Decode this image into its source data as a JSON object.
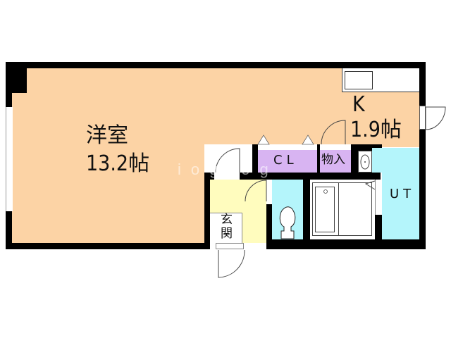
{
  "floorplan": {
    "rooms": {
      "western_room": {
        "name": "洋室",
        "size": "13.2帖"
      },
      "kitchen": {
        "name": "K",
        "size": "1.9帖"
      },
      "closet": {
        "name": "CL"
      },
      "storage": {
        "name": "物入"
      },
      "utility": {
        "name": "UT"
      },
      "entrance": {
        "name_line1": "玄",
        "name_line2": "関"
      }
    },
    "watermark": "iogiog",
    "colors": {
      "western_room": "#fcd3a5",
      "wet_area": "#b4f5fb",
      "entrance": "#fffcbe",
      "storage": "#d8b4f2",
      "wall": "#000000"
    }
  }
}
